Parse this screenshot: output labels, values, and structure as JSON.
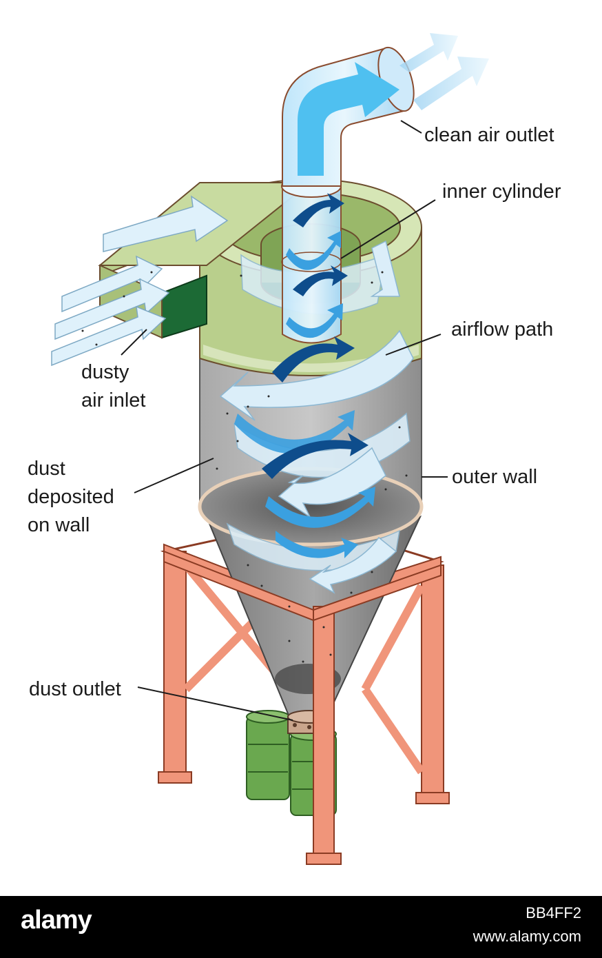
{
  "diagram": {
    "labels": {
      "clean_air_outlet": "clean air outlet",
      "inner_cylinder": "inner cylinder",
      "airflow_path": "airflow path",
      "dusty_air_inlet_line1": "dusty",
      "dusty_air_inlet_line2": "air inlet",
      "dust_deposited_line1": "dust",
      "dust_deposited_line2": "deposited",
      "dust_deposited_line3": "on wall",
      "outer_wall": "outer wall",
      "dust_outlet": "dust outlet"
    },
    "colors": {
      "housing_green": "#b9cf8c",
      "inlet_dark_green": "#1c6a35",
      "dust_grey": "#8f8f8f",
      "frame_salmon": "#f0957a",
      "air_light_blue": "#cfe8f7",
      "air_blue": "#3aa0e0",
      "air_dark_blue": "#0e4d8c",
      "drum_green": "#6aa84f"
    }
  },
  "footer": {
    "logo": "alamy",
    "image_id": "BB4FF2",
    "site": "www.alamy.com"
  }
}
